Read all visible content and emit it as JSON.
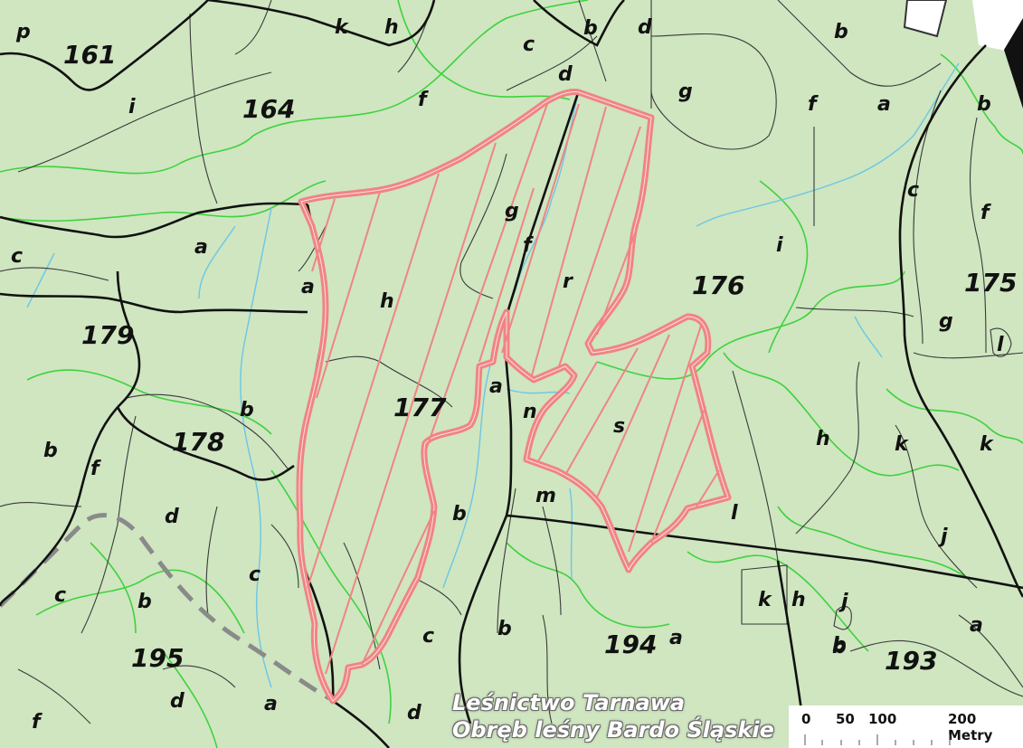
{
  "caption": {
    "line1": "Leśnictwo Tarnawa",
    "line2": "Obręb leśny Bardo Śląskie"
  },
  "scale_bar": {
    "ticks": [
      "0",
      "50",
      "100",
      "200 Metry"
    ]
  },
  "compartments": [
    {
      "id": "compartment-161",
      "text": "161",
      "size": "big"
    },
    {
      "id": "compartment-164",
      "text": "164",
      "size": "big"
    },
    {
      "id": "compartment-175",
      "text": "175",
      "size": "big"
    },
    {
      "id": "compartment-176",
      "text": "176",
      "size": "big"
    },
    {
      "id": "compartment-177",
      "text": "177",
      "size": "big"
    },
    {
      "id": "compartment-178",
      "text": "178",
      "size": "big"
    },
    {
      "id": "compartment-179",
      "text": "179",
      "size": "big"
    },
    {
      "id": "compartment-193",
      "text": "193",
      "size": "big"
    },
    {
      "id": "compartment-194",
      "text": "194",
      "size": "big"
    },
    {
      "id": "compartment-195",
      "text": "195",
      "size": "big"
    }
  ],
  "subdivisions": [
    "p",
    "k",
    "h",
    "c",
    "b",
    "d",
    "b",
    "i",
    "f",
    "d",
    "g",
    "f",
    "a",
    "b",
    "c",
    "f",
    "g",
    "f",
    "a",
    "i",
    "r",
    "a",
    "g",
    "h",
    "c",
    "l",
    "a",
    "n",
    "s",
    "b",
    "b",
    "f",
    "h",
    "k",
    "k",
    "d",
    "b",
    "m",
    "l",
    "j",
    "c",
    "c",
    "b",
    "k",
    "h",
    "j",
    "a",
    "b",
    "c",
    "b",
    "a",
    "b",
    "d",
    "a",
    "d",
    "f"
  ],
  "colors": {
    "background": "#cfe6c0",
    "compartment_line": "#111111",
    "subdivision_line": "#3a3a3a",
    "vegetation_line": "#3fd23f",
    "stream": "#6cc6e6",
    "highlight": "#f08484",
    "dashed_boundary": "#8a8a8a"
  }
}
